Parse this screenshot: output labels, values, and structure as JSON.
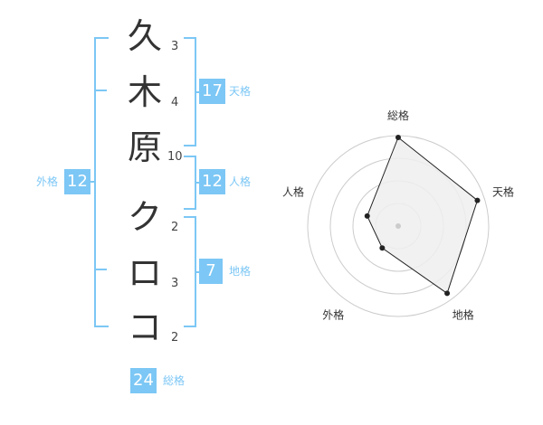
{
  "characters": [
    {
      "char": "久",
      "strokes": "3"
    },
    {
      "char": "木",
      "strokes": "4"
    },
    {
      "char": "原",
      "strokes": "10"
    },
    {
      "char": "ク",
      "strokes": "2"
    },
    {
      "char": "ロ",
      "strokes": "3"
    },
    {
      "char": "コ",
      "strokes": "2"
    }
  ],
  "kakusu": {
    "tenkaku": {
      "label": "天格",
      "value": "17"
    },
    "jinkaku": {
      "label": "人格",
      "value": "12"
    },
    "chikaku": {
      "label": "地格",
      "value": "7"
    },
    "gaikaku": {
      "label": "外格",
      "value": "12"
    },
    "soukaku": {
      "label": "総格",
      "value": "24"
    }
  },
  "colors": {
    "accent": "#7cc7f5",
    "text": "#333333",
    "radar_fill": "#eeeeee",
    "ring": "#cccccc"
  },
  "chart_data": {
    "type": "radar",
    "axes": [
      "総格",
      "天格",
      "地格",
      "外格",
      "人格"
    ],
    "values": [
      0.98,
      0.92,
      0.92,
      0.3,
      0.36
    ],
    "rings": 4,
    "range": [
      0,
      1
    ]
  }
}
